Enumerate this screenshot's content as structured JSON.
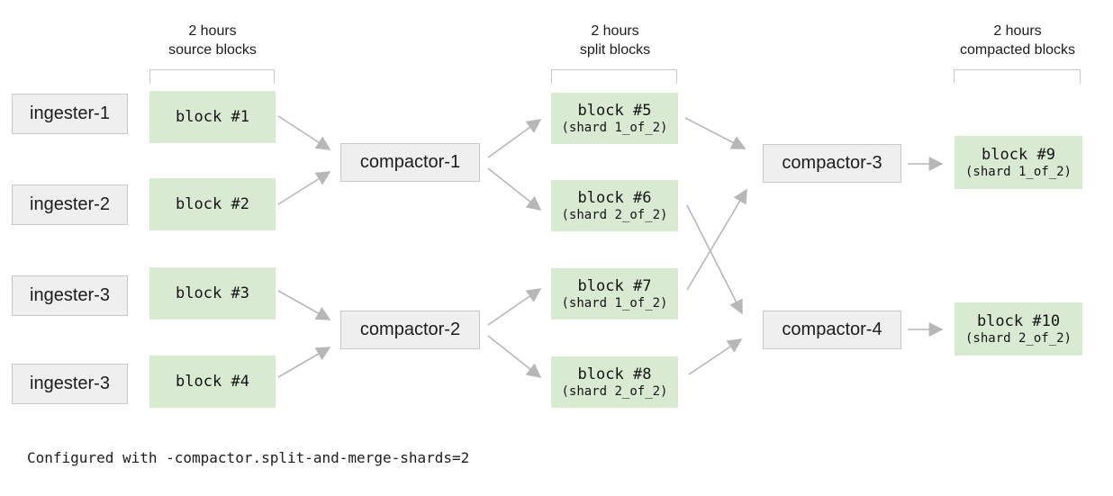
{
  "diagram": {
    "column_headers": [
      {
        "line1": "2 hours",
        "line2": "source blocks"
      },
      {
        "line1": "2 hours",
        "line2": "split blocks"
      },
      {
        "line1": "2 hours",
        "line2": "compacted blocks"
      }
    ],
    "ingesters": [
      "ingester-1",
      "ingester-2",
      "ingester-3",
      "ingester-3"
    ],
    "source_blocks": [
      "block #1",
      "block #2",
      "block #3",
      "block #4"
    ],
    "compactors": [
      "compactor-1",
      "compactor-2",
      "compactor-3",
      "compactor-4"
    ],
    "split_blocks": [
      {
        "label": "block #5",
        "shard": "(shard 1_of_2)"
      },
      {
        "label": "block #6",
        "shard": "(shard 2_of_2)"
      },
      {
        "label": "block #7",
        "shard": "(shard 1_of_2)"
      },
      {
        "label": "block #8",
        "shard": "(shard 2_of_2)"
      }
    ],
    "compacted_blocks": [
      {
        "label": "block #9",
        "shard": "(shard 1_of_2)"
      },
      {
        "label": "block #10",
        "shard": "(shard 2_of_2)"
      }
    ],
    "caption": "Configured with -compactor.split-and-merge-shards=2",
    "edges": [
      {
        "from": "block #1",
        "to": "compactor-1"
      },
      {
        "from": "block #2",
        "to": "compactor-1"
      },
      {
        "from": "block #3",
        "to": "compactor-2"
      },
      {
        "from": "block #4",
        "to": "compactor-2"
      },
      {
        "from": "compactor-1",
        "to": "block #5"
      },
      {
        "from": "compactor-1",
        "to": "block #6"
      },
      {
        "from": "compactor-2",
        "to": "block #7"
      },
      {
        "from": "compactor-2",
        "to": "block #8"
      },
      {
        "from": "block #5",
        "to": "compactor-3"
      },
      {
        "from": "block #6",
        "to": "compactor-4"
      },
      {
        "from": "block #7",
        "to": "compactor-3"
      },
      {
        "from": "block #8",
        "to": "compactor-4"
      },
      {
        "from": "compactor-3",
        "to": "block #9"
      },
      {
        "from": "compactor-4",
        "to": "block #10"
      }
    ],
    "colors": {
      "block_fill": "#d9ead3",
      "node_fill": "#efefef",
      "node_border": "#c9c9c9",
      "arrow": "#b7b7b7",
      "bracket": "#c8c8c8",
      "background": "#ffffff",
      "text": "#1f1f1f"
    }
  }
}
